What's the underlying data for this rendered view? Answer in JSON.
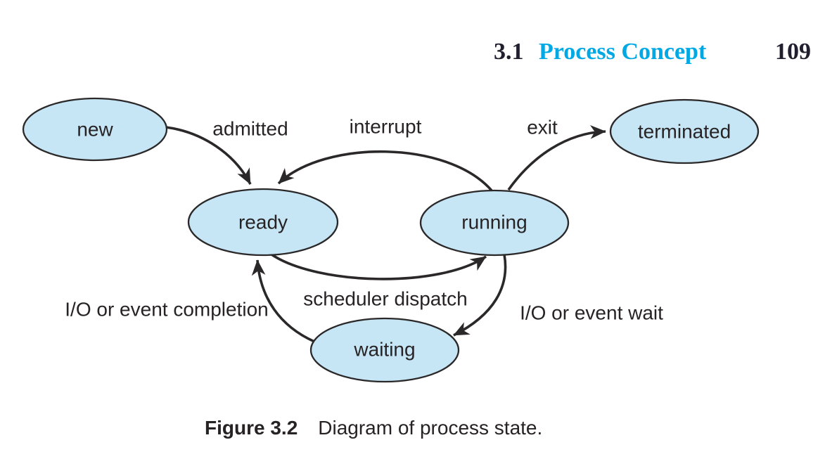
{
  "header": {
    "section_number": "3.1",
    "section_title": "Process Concept",
    "page_number": "109"
  },
  "diagram": {
    "states": [
      {
        "id": "new",
        "label": "new"
      },
      {
        "id": "ready",
        "label": "ready"
      },
      {
        "id": "running",
        "label": "running"
      },
      {
        "id": "waiting",
        "label": "waiting"
      },
      {
        "id": "terminated",
        "label": "terminated"
      }
    ],
    "transitions": [
      {
        "id": "admitted",
        "label": "admitted",
        "from": "new",
        "to": "ready"
      },
      {
        "id": "interrupt",
        "label": "interrupt",
        "from": "running",
        "to": "ready"
      },
      {
        "id": "exit",
        "label": "exit",
        "from": "running",
        "to": "terminated"
      },
      {
        "id": "scheduler-dispatch",
        "label": "scheduler dispatch",
        "from": "ready",
        "to": "running"
      },
      {
        "id": "io-wait",
        "label": "I/O or event wait",
        "from": "running",
        "to": "waiting"
      },
      {
        "id": "io-completion",
        "label": "I/O or event completion",
        "from": "waiting",
        "to": "ready"
      }
    ]
  },
  "caption": {
    "figure_label": "Figure 3.2",
    "text": "Diagram of process state."
  },
  "colors": {
    "state_fill": "#c6e6f5",
    "state_stroke": "#2b2829",
    "arrow": "#2b2829",
    "accent_title": "#00a8e4",
    "header_text": "#211f2d",
    "body_text": "#272325"
  }
}
